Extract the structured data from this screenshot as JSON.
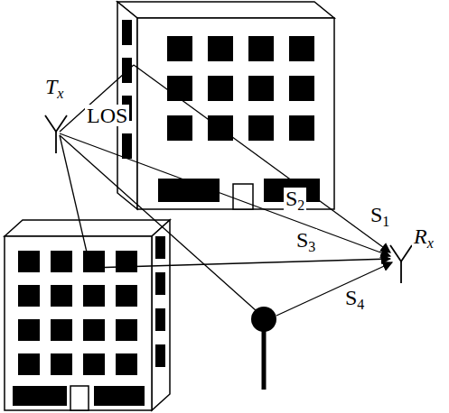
{
  "diagram": {
    "labels": [
      "Tx",
      "LOS",
      "S1",
      "S2",
      "S3",
      "S4",
      "Rx"
    ]
  }
}
